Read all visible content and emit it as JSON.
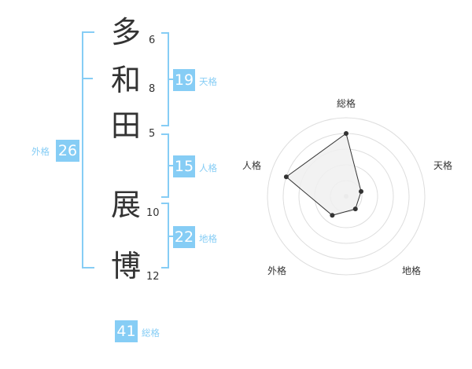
{
  "name": {
    "chars": [
      {
        "char": "多",
        "strokes": "6"
      },
      {
        "char": "和",
        "strokes": "8"
      },
      {
        "char": "田",
        "strokes": "5"
      },
      {
        "char": "展",
        "strokes": "10"
      },
      {
        "char": "博",
        "strokes": "12"
      }
    ]
  },
  "fortune": {
    "tenkaku": {
      "value": "19",
      "label": "天格"
    },
    "jinkaku": {
      "value": "15",
      "label": "人格"
    },
    "chikaku": {
      "value": "22",
      "label": "地格"
    },
    "gaikaku": {
      "value": "26",
      "label": "外格"
    },
    "soukaku": {
      "value": "41",
      "label": "総格"
    }
  },
  "chart_data": {
    "type": "radar",
    "axes": [
      "総格",
      "天格",
      "地格",
      "外格",
      "人格"
    ],
    "values": [
      4,
      1,
      1,
      1.5,
      4
    ],
    "max": 5,
    "fill": "#f0f0f0",
    "line_color": "#333333",
    "grid_color": "#dddddd"
  },
  "colors": {
    "accent": "#86cdf5"
  }
}
